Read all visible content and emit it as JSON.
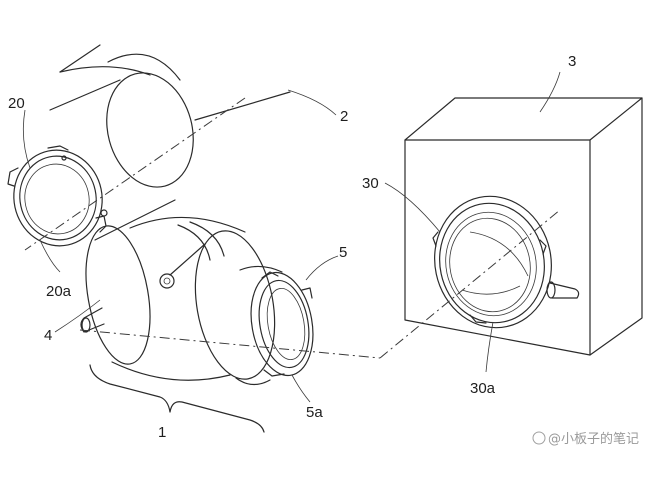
{
  "labels": {
    "l20": "20",
    "l20a": "20a",
    "l2": "2",
    "l3": "3",
    "l30": "30",
    "l30a": "30a",
    "l4": "4",
    "l5": "5",
    "l5a": "5a",
    "l1": "1"
  },
  "watermark": "@小板子的笔记",
  "colors": {
    "stroke": "#2b2b2b",
    "background": "#ffffff"
  }
}
